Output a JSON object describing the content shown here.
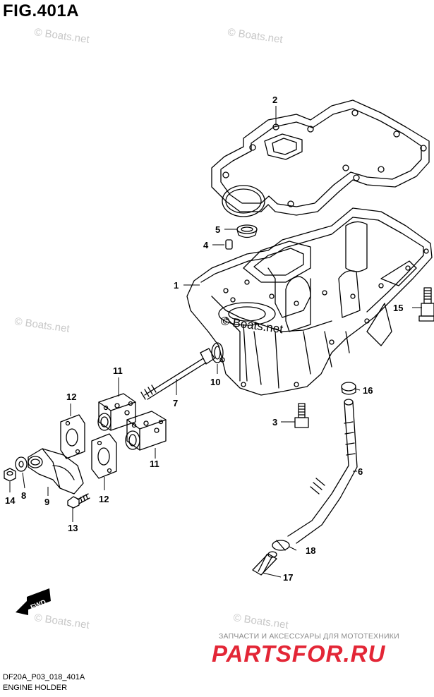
{
  "figure": {
    "title": "FIG.401A",
    "code": "DF20A_P03_018_401A",
    "caption": "ENGINE HOLDER"
  },
  "watermarks": {
    "text": "© Boats.net",
    "center_text": "© Boats.net"
  },
  "brand": {
    "tagline": "ЗАПЧАСТИ И АКСЕССУАРЫ ДЛЯ МОТОТЕХНИКИ",
    "logo": "PARTSFOR.RU",
    "logo_color": "#e32636"
  },
  "fwd_label": "FWD",
  "callouts": {
    "c1": "1",
    "c2": "2",
    "c3": "3",
    "c4": "4",
    "c5": "5",
    "c6": "6",
    "c7": "7",
    "c8": "8",
    "c9": "9",
    "c10": "10",
    "c11a": "11",
    "c11b": "11",
    "c12a": "12",
    "c12b": "12",
    "c13": "13",
    "c14": "14",
    "c15": "15",
    "c16": "16",
    "c17": "17",
    "c18": "18"
  }
}
